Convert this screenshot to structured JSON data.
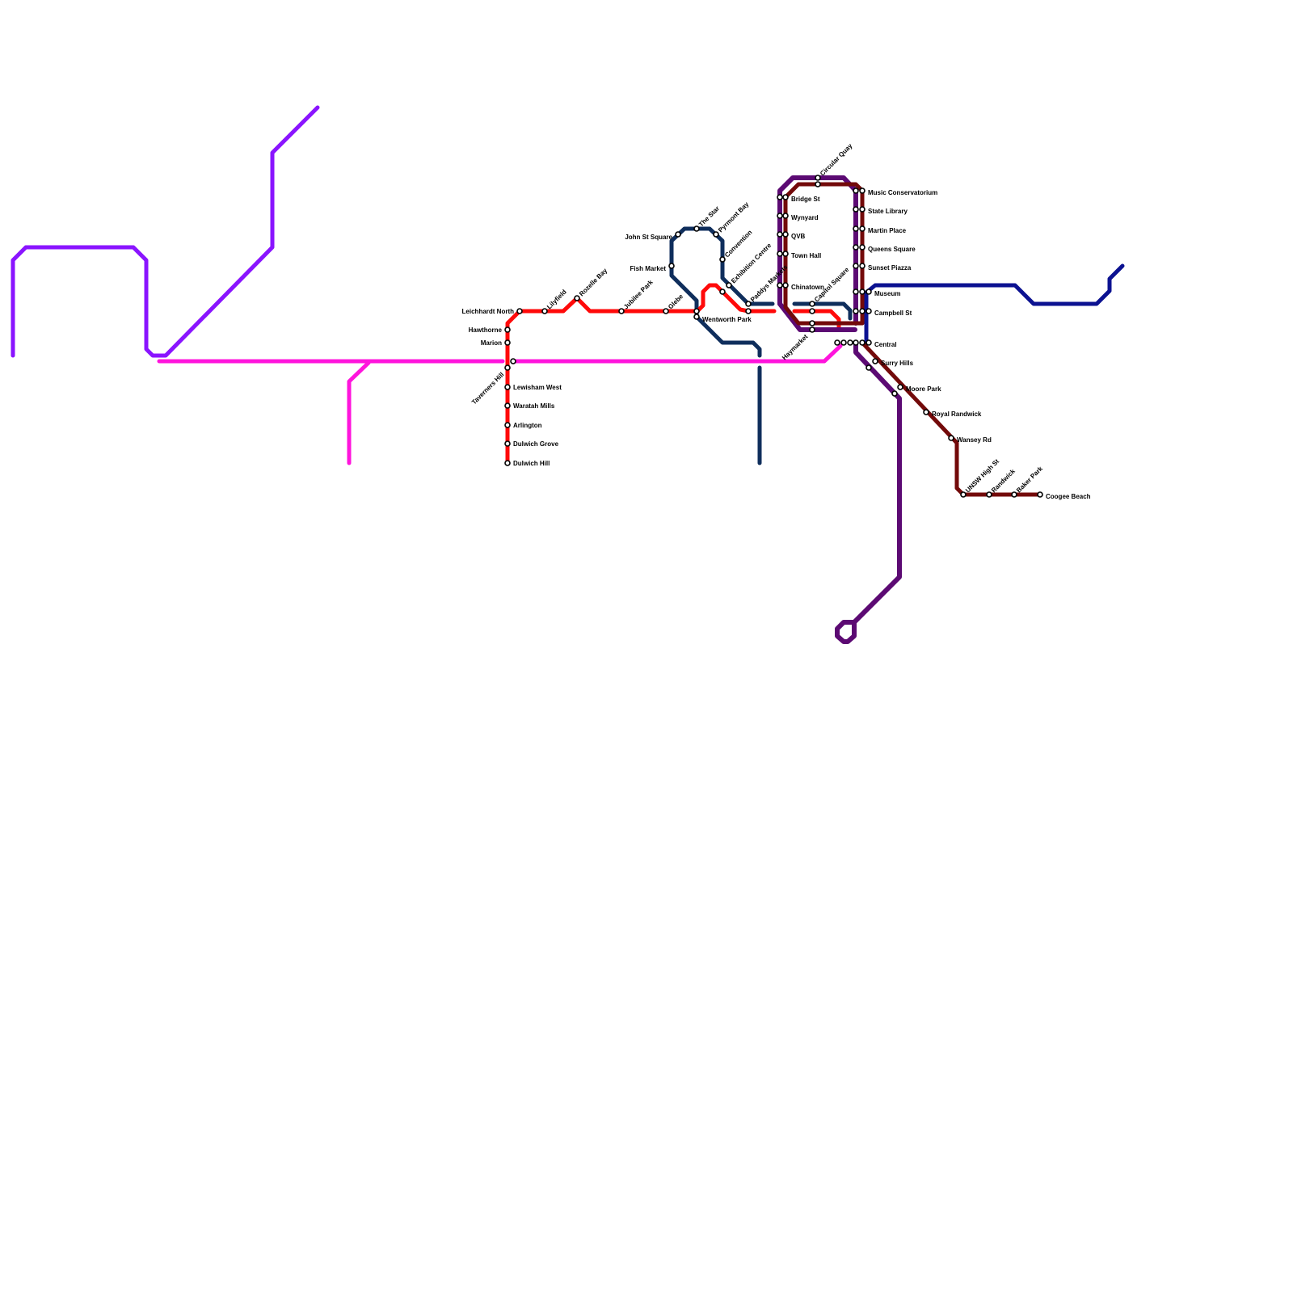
{
  "lines": [
    {
      "id": "purple",
      "color": "#8a14ff"
    },
    {
      "id": "magenta",
      "color": "#ff14dc"
    },
    {
      "id": "red",
      "color": "#ff0a0a"
    },
    {
      "id": "navy",
      "color": "#0f2e5c"
    },
    {
      "id": "blue",
      "color": "#0c1291"
    },
    {
      "id": "violet",
      "color": "#5c0a73"
    },
    {
      "id": "maroon",
      "color": "#730a0a"
    }
  ],
  "stations": [
    {
      "id": "leichhardt-north",
      "name": "Leichhardt North"
    },
    {
      "id": "hawthorne",
      "name": "Hawthorne"
    },
    {
      "id": "marion",
      "name": "Marion"
    },
    {
      "id": "taverners-hill",
      "name": "Taverners Hill"
    },
    {
      "id": "lewisham-west",
      "name": "Lewisham West"
    },
    {
      "id": "waratah-mills",
      "name": "Waratah Mills"
    },
    {
      "id": "arlington",
      "name": "Arlington"
    },
    {
      "id": "dulwich-grove",
      "name": "Dulwich Grove"
    },
    {
      "id": "dulwich-hill",
      "name": "Dulwich Hill"
    },
    {
      "id": "lilyfield",
      "name": "Lilyfield"
    },
    {
      "id": "rozelle-bay",
      "name": "Rozelle Bay"
    },
    {
      "id": "jubilee-park",
      "name": "Jubilee Park"
    },
    {
      "id": "glebe",
      "name": "Glebe"
    },
    {
      "id": "wentworth-park",
      "name": "Wentworth Park"
    },
    {
      "id": "john-st-square",
      "name": "John St Square"
    },
    {
      "id": "fish-market",
      "name": "Fish Market"
    },
    {
      "id": "the-star",
      "name": "The Star"
    },
    {
      "id": "pyrmont-bay",
      "name": "Pyrmont Bay"
    },
    {
      "id": "convention",
      "name": "Convention"
    },
    {
      "id": "exhibition-centre",
      "name": "Exhibition Centre"
    },
    {
      "id": "paddys-markets",
      "name": "Paddys Markets"
    },
    {
      "id": "circular-quay",
      "name": "Circular Quay"
    },
    {
      "id": "bridge-st",
      "name": "Bridge St"
    },
    {
      "id": "wynyard",
      "name": "Wynyard"
    },
    {
      "id": "qvb",
      "name": "QVB"
    },
    {
      "id": "town-hall",
      "name": "Town Hall"
    },
    {
      "id": "chinatown",
      "name": "Chinatown"
    },
    {
      "id": "capitol-square",
      "name": "Capitol Square"
    },
    {
      "id": "haymarket",
      "name": "Haymarket"
    },
    {
      "id": "music-conservatorium",
      "name": "Music Conservatorium"
    },
    {
      "id": "state-library",
      "name": "State Library"
    },
    {
      "id": "martin-place",
      "name": "Martin Place"
    },
    {
      "id": "queens-square",
      "name": "Queens Square"
    },
    {
      "id": "sunset-piazza",
      "name": "Sunset Piazza"
    },
    {
      "id": "museum",
      "name": "Museum"
    },
    {
      "id": "campbell-st",
      "name": "Campbell St"
    },
    {
      "id": "central",
      "name": "Central"
    },
    {
      "id": "surry-hills",
      "name": "Surry Hills"
    },
    {
      "id": "moore-park",
      "name": "Moore Park"
    },
    {
      "id": "royal-randwick",
      "name": "Royal Randwick"
    },
    {
      "id": "wansey-rd",
      "name": "Wansey Rd"
    },
    {
      "id": "unsw-high-st",
      "name": "UNSW High St"
    },
    {
      "id": "randwick",
      "name": "Randwick"
    },
    {
      "id": "baker-park",
      "name": "Baker Park"
    },
    {
      "id": "coogee-beach",
      "name": "Coogee Beach"
    }
  ]
}
